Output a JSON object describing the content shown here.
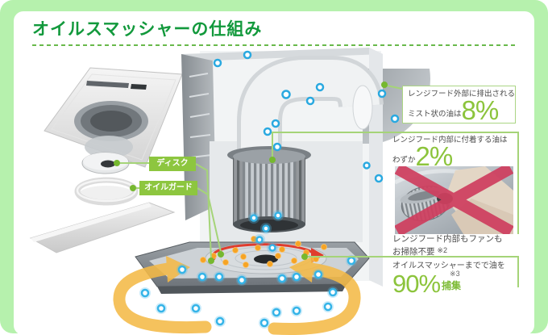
{
  "title": "オイルスマッシャーの仕組み",
  "parts": {
    "disk": "ディスク",
    "oil_guard": "オイルガード"
  },
  "callouts": {
    "exhaust": {
      "line1": "レンジフード外部に排出される",
      "line2": "ミスト状の油は",
      "value": "8%"
    },
    "adhere": {
      "line1": "レンジフード内部に付着する油は",
      "prefix": "わずか",
      "value": "2%"
    },
    "cleaning": {
      "line1": "レンジフード内部もファンも",
      "line2": "お掃除不要 ",
      "note": "※2"
    },
    "capture": {
      "line1": "オイルスマッシャーまでで油を",
      "value": "90%",
      "suffix": "捕集",
      "note": "※3"
    }
  },
  "colors": {
    "frame_green": "#b6f1ad",
    "title_green": "#12993c",
    "accent_green": "#8dc63f",
    "number_green": "#8cc43c",
    "leader_green": "#a5d478",
    "body_text": "#4c4c4c",
    "mist_blue": "#2aa9e0",
    "oil_orange": "#f5a623",
    "flow_yellow": "#f4ba47",
    "cross_red": "#cf3f5f"
  }
}
